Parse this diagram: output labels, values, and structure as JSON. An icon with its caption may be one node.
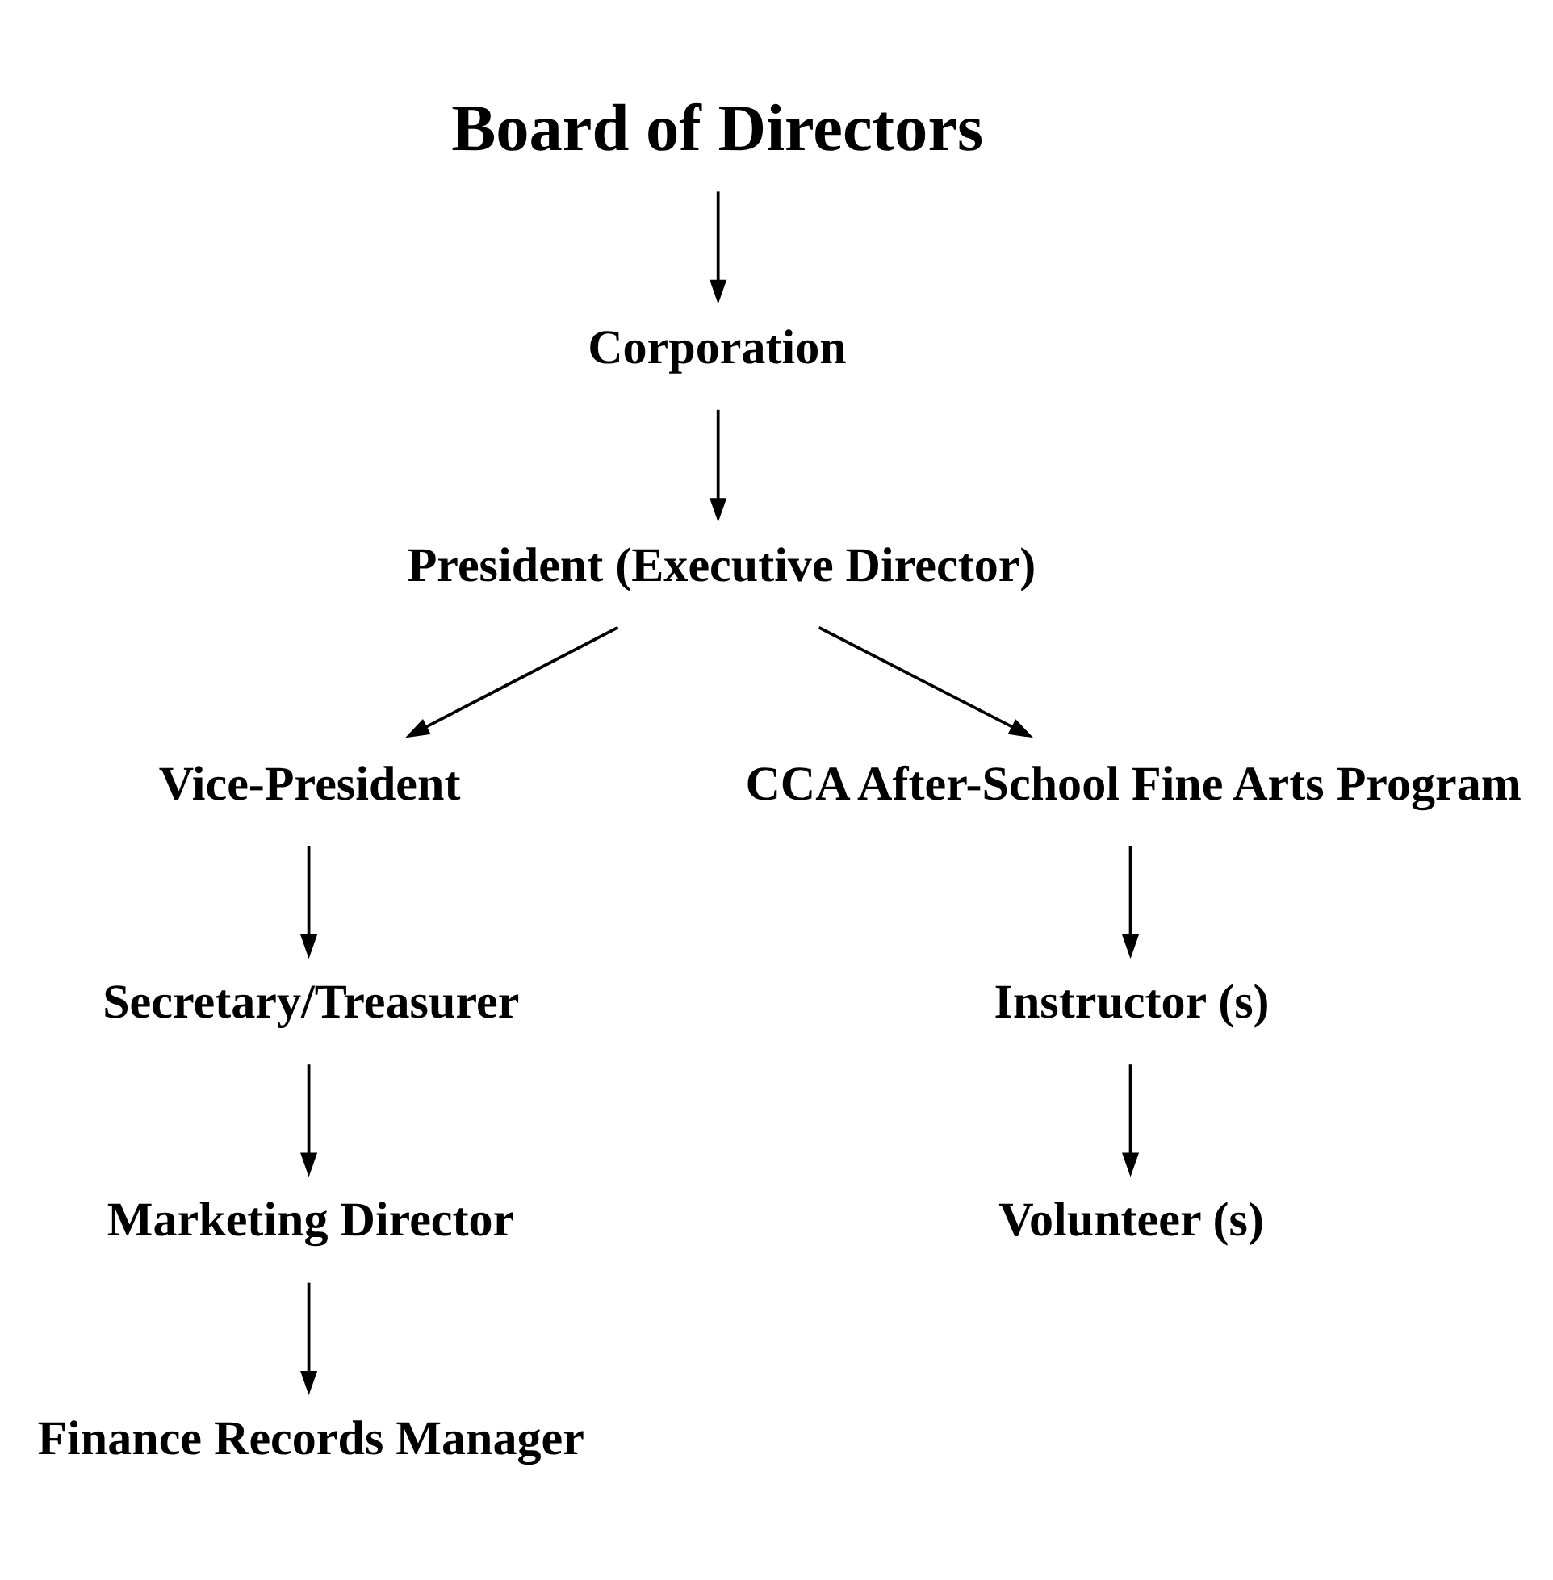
{
  "diagram": {
    "nodes": [
      {
        "text": [
          "Board of Directors"
        ]
      },
      {
        "text": [
          "Corporation"
        ]
      },
      {
        "text": [
          "President (Executive Director)"
        ]
      },
      {
        "text": [
          "Vice-President"
        ]
      },
      {
        "text": [
          "CCA After-School Fine Arts Program"
        ]
      },
      {
        "text": [
          "Secretary/Treasurer"
        ]
      },
      {
        "text": [
          "Instructor (s)"
        ]
      },
      {
        "text": [
          "Marketing Director"
        ]
      },
      {
        "text": [
          "Volunteer (s)"
        ]
      },
      {
        "text": [
          "Finance Records Manager"
        ]
      }
    ],
    "edges": [
      {
        "from": 0,
        "to": 1,
        "arrow": "to"
      },
      {
        "from": 1,
        "to": 2,
        "arrow": "to"
      },
      {
        "from": 2,
        "to": 3,
        "arrow": "to"
      },
      {
        "from": 2,
        "to": 4,
        "arrow": "to"
      },
      {
        "from": 3,
        "to": 5,
        "arrow": "to"
      },
      {
        "from": 5,
        "to": 7,
        "arrow": "to"
      },
      {
        "from": 7,
        "to": 9,
        "arrow": "to"
      },
      {
        "from": 4,
        "to": 6,
        "arrow": "to"
      },
      {
        "from": 6,
        "to": 8,
        "arrow": "to"
      }
    ]
  }
}
